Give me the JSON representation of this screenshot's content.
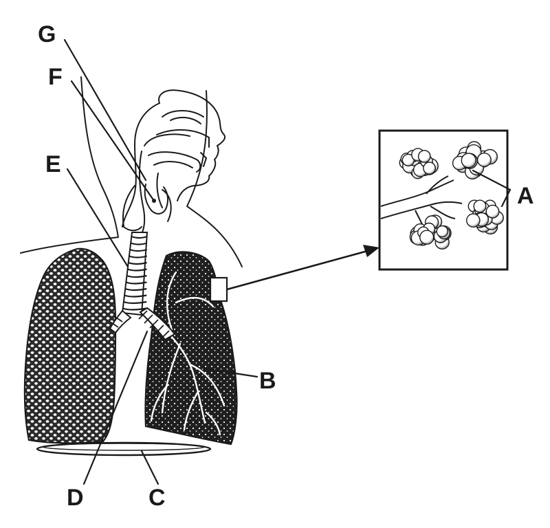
{
  "diagram": {
    "labels": {
      "a": "A",
      "b": "B",
      "c": "C",
      "d": "D",
      "e": "E",
      "f": "F",
      "g": "G"
    },
    "line_color": "#1a1a1a",
    "lung_fill": "#2a2a2a"
  }
}
